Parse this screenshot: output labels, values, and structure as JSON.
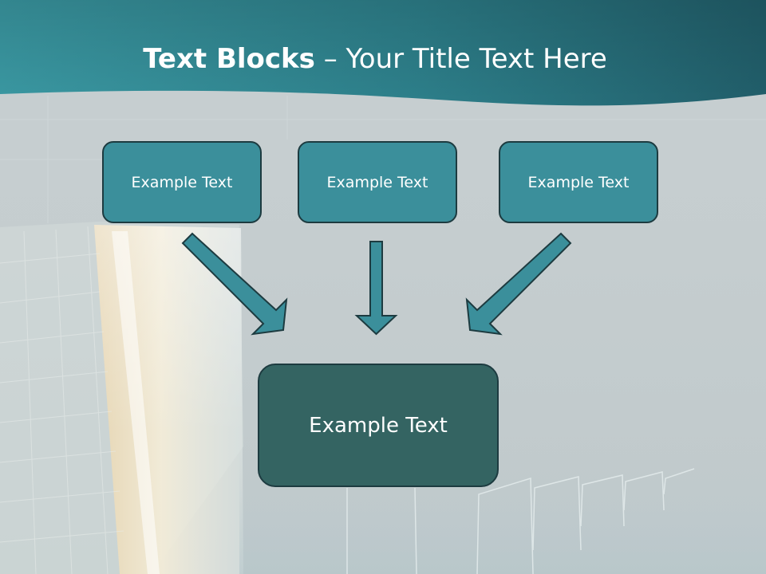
{
  "slide": {
    "title_bold": "Text Blocks",
    "title_sep": " – ",
    "title_rest": "Your Title Text Here",
    "boxes": [
      {
        "label": "Example Text"
      },
      {
        "label": "Example Text"
      },
      {
        "label": "Example Text"
      }
    ],
    "main_box": {
      "label": "Example Text"
    }
  },
  "colors": {
    "header_teal": "#2f8a94",
    "box_fill": "#3b8f9b",
    "main_box_fill": "#346462",
    "arrow_fill": "#3b8f9b",
    "border": "#1d3b40"
  },
  "icons": [
    "arrow-down-right-icon",
    "arrow-down-icon",
    "arrow-down-left-icon"
  ]
}
